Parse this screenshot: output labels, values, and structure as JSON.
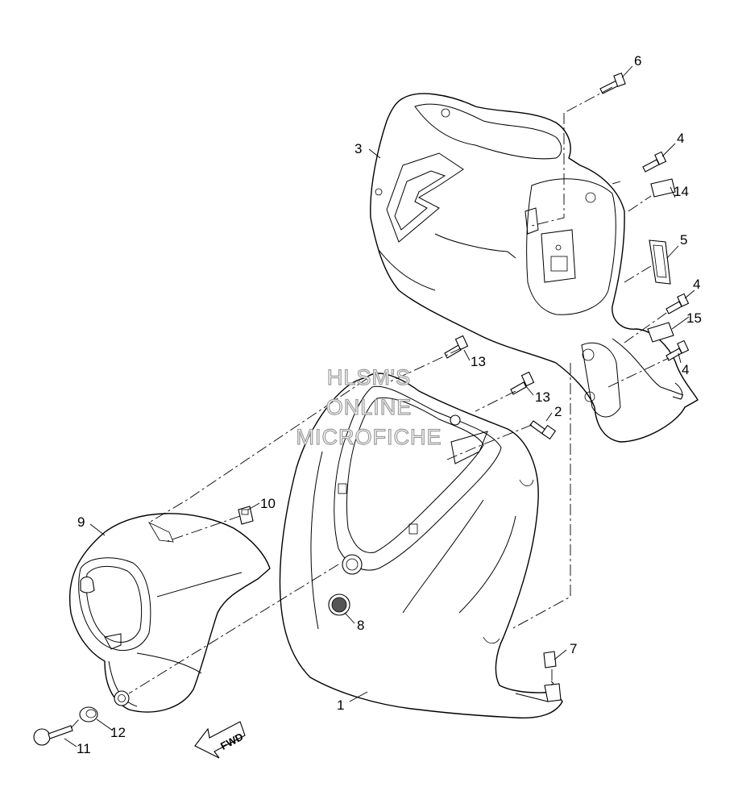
{
  "watermark": {
    "line1": "HLSM'S",
    "line2": "ONLINE",
    "line3": "MICROFICHE"
  },
  "direction_label": "FWD",
  "callouts": [
    {
      "id": "c1",
      "label": "1",
      "part": "leg shield (front cover)"
    },
    {
      "id": "c2",
      "label": "2",
      "part": "bolt"
    },
    {
      "id": "c3",
      "label": "3",
      "part": "inner leg shield"
    },
    {
      "id": "c4a",
      "label": "4",
      "part": "screw"
    },
    {
      "id": "c4b",
      "label": "4",
      "part": "screw"
    },
    {
      "id": "c4c",
      "label": "4",
      "part": "screw"
    },
    {
      "id": "c5",
      "label": "5",
      "part": "grommet"
    },
    {
      "id": "c6",
      "label": "6",
      "part": "screw"
    },
    {
      "id": "c7",
      "label": "7",
      "part": "nut clip"
    },
    {
      "id": "c8",
      "label": "8",
      "part": "emblem"
    },
    {
      "id": "c9",
      "label": "9",
      "part": "headlight cover"
    },
    {
      "id": "c10",
      "label": "10",
      "part": "nut clip"
    },
    {
      "id": "c11",
      "label": "11",
      "part": "screw"
    },
    {
      "id": "c12",
      "label": "12",
      "part": "collar"
    },
    {
      "id": "c13a",
      "label": "13",
      "part": "screw"
    },
    {
      "id": "c13b",
      "label": "13",
      "part": "screw"
    },
    {
      "id": "c14",
      "label": "14",
      "part": "label"
    },
    {
      "id": "c15",
      "label": "15",
      "part": "label"
    }
  ]
}
